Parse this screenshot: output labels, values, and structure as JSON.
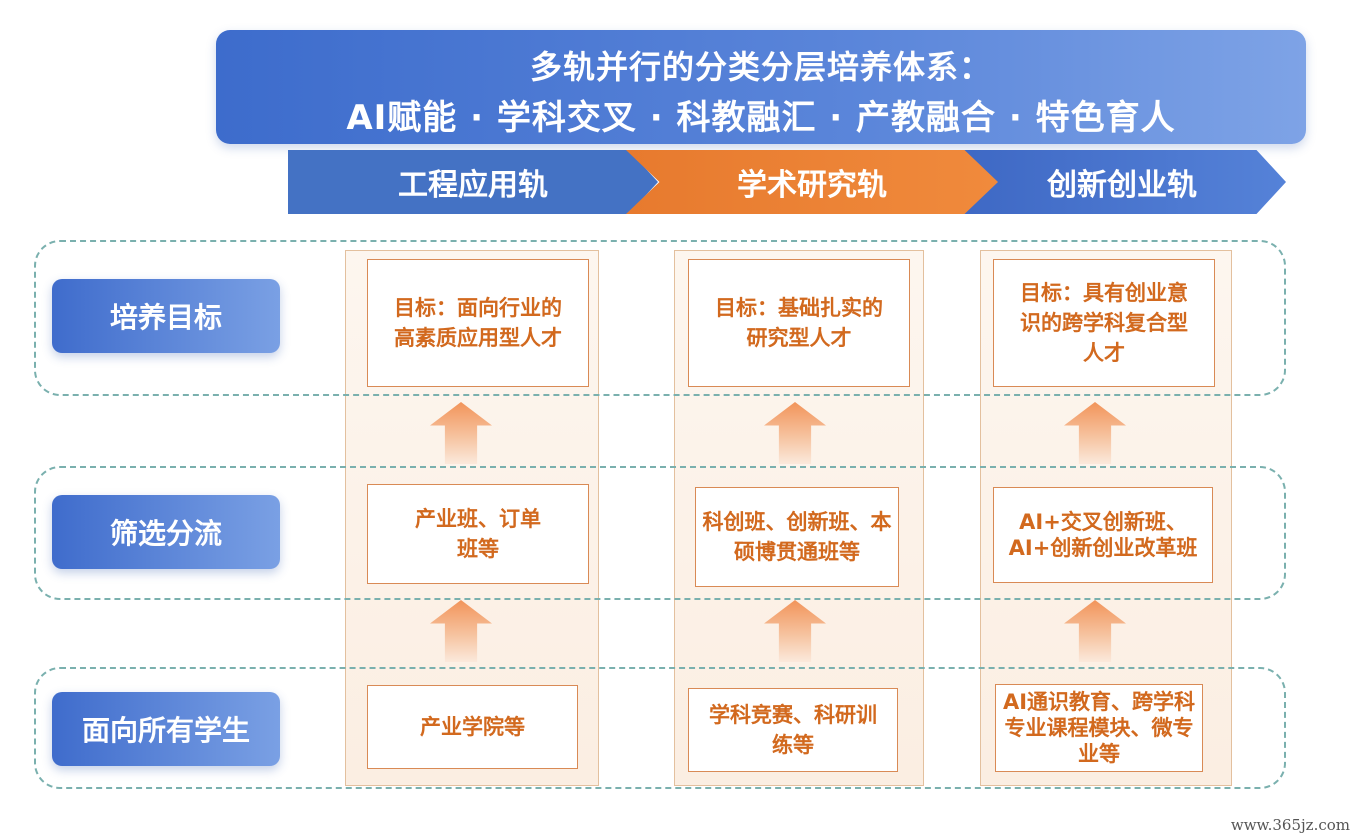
{
  "banner": {
    "line1": "多轨并行的分类分层培养体系：",
    "line2": "AI赋能 · 学科交叉 · 科教融汇 · 产教融合 · 特色育人"
  },
  "tracks": [
    "工程应用轨",
    "学术研究轨",
    "创新创业轨"
  ],
  "rows": [
    "培养目标",
    "筛选分流",
    "面向所有学生"
  ],
  "cells": {
    "engineering": {
      "goal": "目标：面向行业的高素质应用型人才",
      "screening": "产业班、订单班等",
      "all_students": "产业学院等"
    },
    "academic": {
      "goal": "目标：基础扎实的研究型人才",
      "screening": "科创班、创新班、本硕博贯通班等",
      "all_students": "学科竞赛、科研训练等"
    },
    "innovation": {
      "goal": "目标：具有创业意识的跨学科复合型人才",
      "screening": "AI+交叉创新班、AI+创新创业改革班",
      "all_students": "AI通识教育、跨学科专业课程模块、微专业等"
    }
  },
  "watermark": "www.365jz.com"
}
